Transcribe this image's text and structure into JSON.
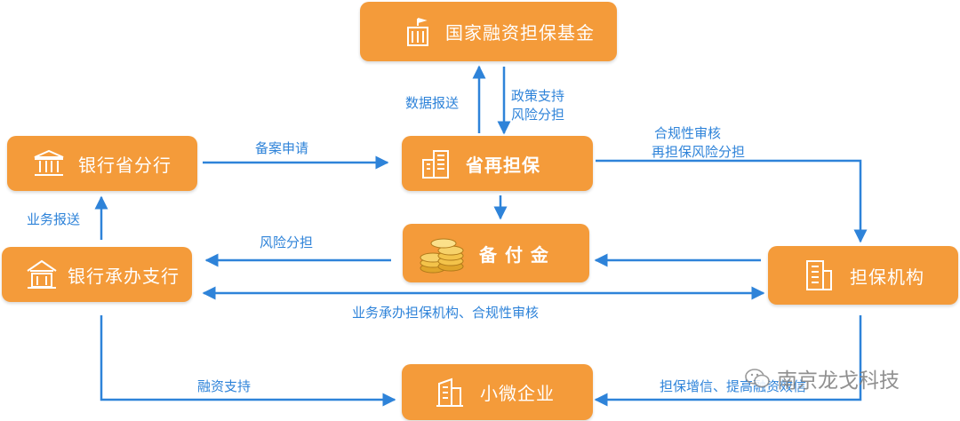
{
  "nodes": {
    "national_fund": "国家融资担保基金",
    "bank_province": "银行省分行",
    "provincial_reguarantee": "省再担保",
    "reserve_fund": "备 付 金",
    "bank_branch": "银行承办支行",
    "guarantee_agency": "担保机构",
    "small_micro": "小微企业"
  },
  "edges": {
    "data_report": "数据报送",
    "policy_support": "政策支持",
    "risk_share_1": "风险分担",
    "filing_apply": "备案申请",
    "compliance_review": "合规性审核",
    "reguarantee_risk": "再担保风险分担",
    "business_report": "业务报送",
    "risk_share_2": "风险分担",
    "business_undertake": "业务承办担保机构、合规性审核",
    "financing_support": "融资支持",
    "credit_enhance": "担保增信、提高融资效信"
  },
  "watermark": "南京龙戈科技",
  "colors": {
    "box": "#f49b3a",
    "arrow": "#2e83d9",
    "label": "#2e83d9"
  }
}
